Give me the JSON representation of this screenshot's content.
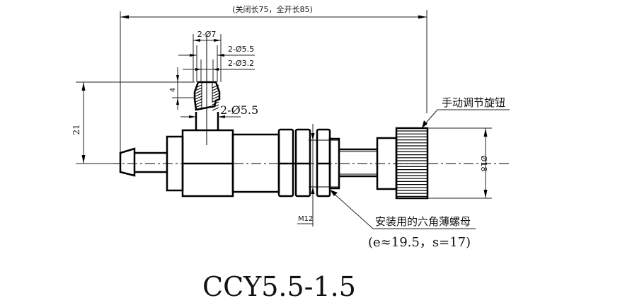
{
  "drawing": {
    "model_label": "CCY5.5-1.5",
    "overall_length_note": "(关闭长75，全开长85)",
    "dimensions": {
      "nozzle_outer": "2-Ø7",
      "nozzle_mid": "2-Ø5.5",
      "nozzle_bore": "2-Ø3.2",
      "nozzle_height": "4",
      "stem_dia": "2-Ø5.5",
      "height_offset": "21",
      "knob_dia": "Ø18",
      "thread": "M12"
    },
    "callouts": {
      "knob": "手动调节旋钮",
      "nut": "安装用的六角薄螺母",
      "nut_spec": "(e≈19.5，s=17)"
    }
  }
}
